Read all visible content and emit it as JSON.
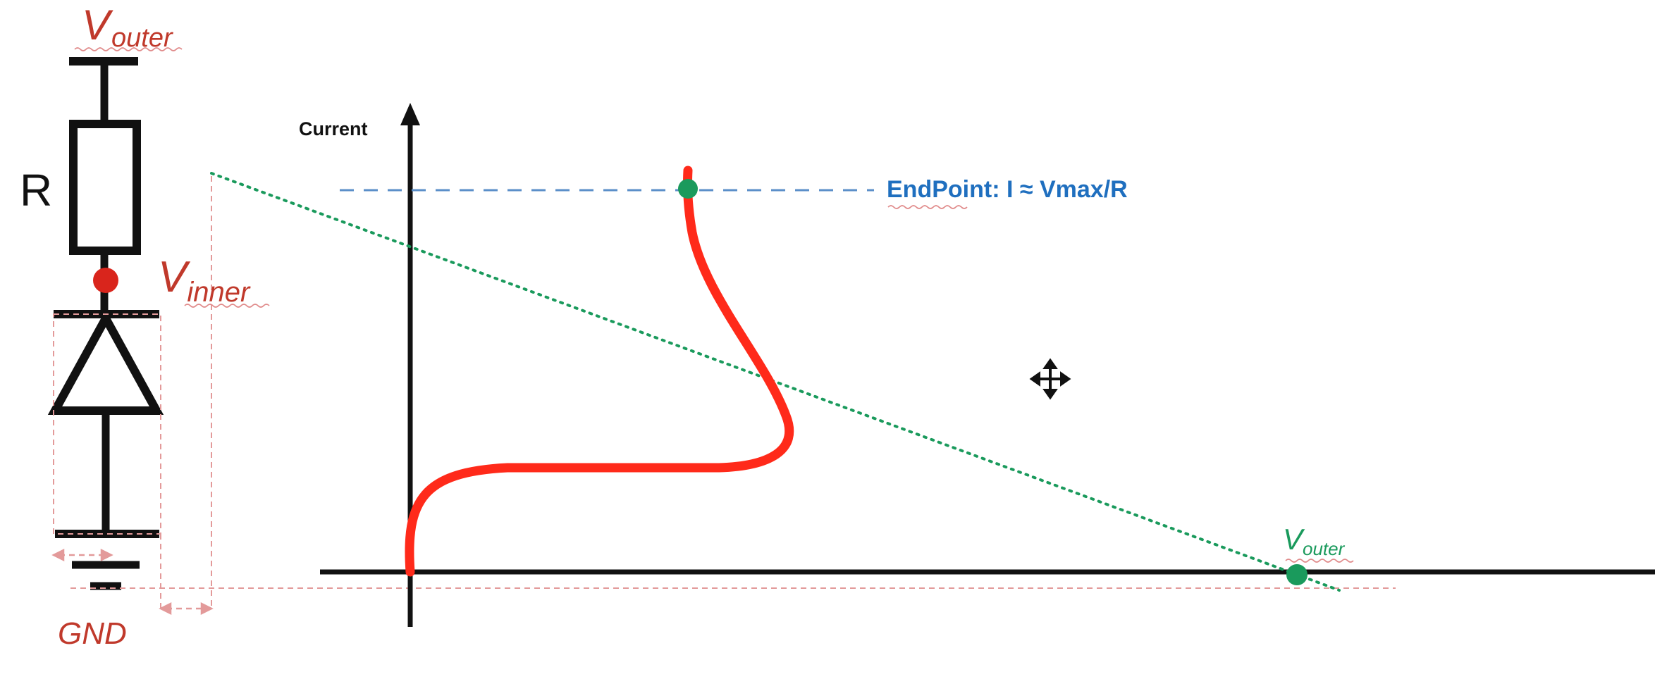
{
  "circuit": {
    "v_outer_main": "V",
    "v_outer_sub": "outer",
    "resistor_label": "R",
    "v_inner_main": "V",
    "v_inner_sub": "inner",
    "gnd_label": "GND"
  },
  "graph": {
    "y_axis_label": "Current",
    "endpoint_label": "EndPoint:  I ≈ Vmax/R",
    "v_outer_main": "V",
    "v_outer_sub": "outer"
  },
  "colors": {
    "curve": "#ff2a1a",
    "node_red": "#d9251c",
    "node_green": "#1a9a5c",
    "load_line": "#1a9a5c",
    "endpoint_line": "#5b8fc9",
    "guides": "#e39a9a",
    "ink": "#111111"
  },
  "icons": {
    "cursor": "move-cursor-icon"
  }
}
